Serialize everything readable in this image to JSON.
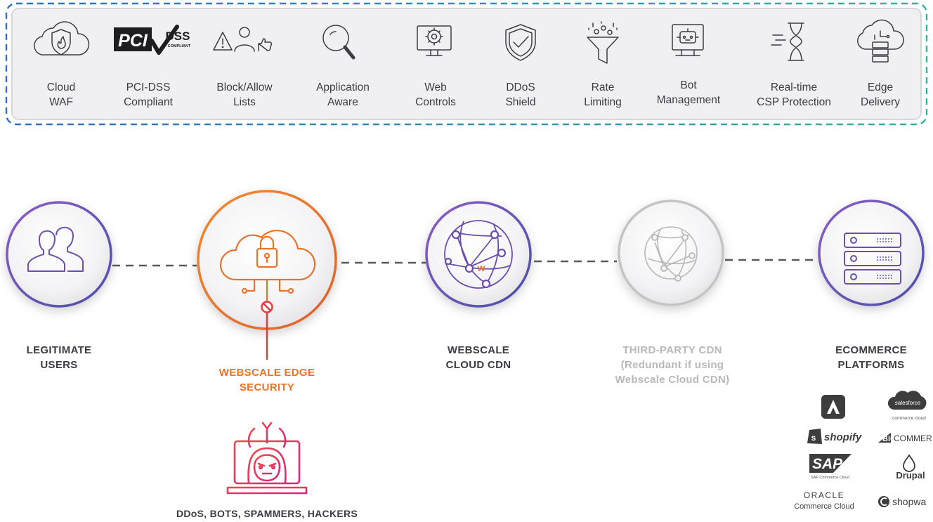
{
  "features": [
    {
      "icon": "cloud-shield-fire-icon",
      "line1": "Cloud",
      "line2": "WAF"
    },
    {
      "icon": "pci-dss-logo-icon",
      "line1": "PCI-DSS",
      "line2": "Compliant"
    },
    {
      "icon": "warning-user-thumbs-up-icon",
      "line1": "Block/Allow",
      "line2": "Lists"
    },
    {
      "icon": "magnifier-icon",
      "line1": "Application",
      "line2": "Aware"
    },
    {
      "icon": "monitor-gear-icon",
      "line1": "Web",
      "line2": "Controls"
    },
    {
      "icon": "shield-check-icon",
      "line1": "DDoS",
      "line2": "Shield"
    },
    {
      "icon": "funnel-icon",
      "line1": "Rate",
      "line2": "Limiting"
    },
    {
      "icon": "robot-monitor-icon",
      "line1": "Bot",
      "line2": "Management"
    },
    {
      "icon": "hourglass-icon",
      "line1": "Real-time",
      "line2": "CSP Protection"
    },
    {
      "icon": "cloud-server-icon",
      "line1": "Edge",
      "line2": "Delivery"
    }
  ],
  "pci_logo": {
    "text": "PCI",
    "dss": "DSS",
    "sub": "COMPLIANT"
  },
  "nodes": {
    "users": {
      "line1": "LEGITIMATE",
      "line2": "USERS",
      "icon": "users-icon"
    },
    "edge": {
      "line1": "WEBSCALE EDGE",
      "line2": "SECURITY",
      "icon": "cloud-lock-icon"
    },
    "cdn": {
      "line1": "WEBSCALE",
      "line2": "CLOUD CDN",
      "icon": "globe-network-icon"
    },
    "third": {
      "line1": "THIRD-PARTY CDN",
      "line2": "(Redundant if using",
      "line3": "Webscale Cloud CDN)",
      "icon": "globe-network-icon"
    },
    "ecom": {
      "line1": "ECOMMERCE",
      "line2": "PLATFORMS",
      "icon": "server-rack-icon"
    }
  },
  "threats": {
    "label": "DDoS, BOTS, SPAMMERS, HACKERS",
    "icon": "hacker-laptop-icon"
  },
  "platforms": {
    "adobe": "adobe-commerce-icon",
    "salesforce": "salesforce",
    "salesforce_sub": "commerce cloud",
    "shopify": "shopify",
    "bigcommerce_big": "BIG",
    "bigcommerce_rest": "COMMER",
    "sap": "SAP",
    "sap_sub": "SAP Commerce Cloud",
    "drupal": "Drupal",
    "oracle": "ORACLE",
    "oracle_sub": "Commerce Cloud",
    "shopware": "shopwa"
  },
  "colors": {
    "orange": "#e8742a",
    "purple": "#6c4fae",
    "red": "#e23a3a",
    "grey": "#b8b8b8",
    "dark": "#3c3c46",
    "dash_blue": "#2a6fc9",
    "dash_teal": "#2cb5a0"
  }
}
